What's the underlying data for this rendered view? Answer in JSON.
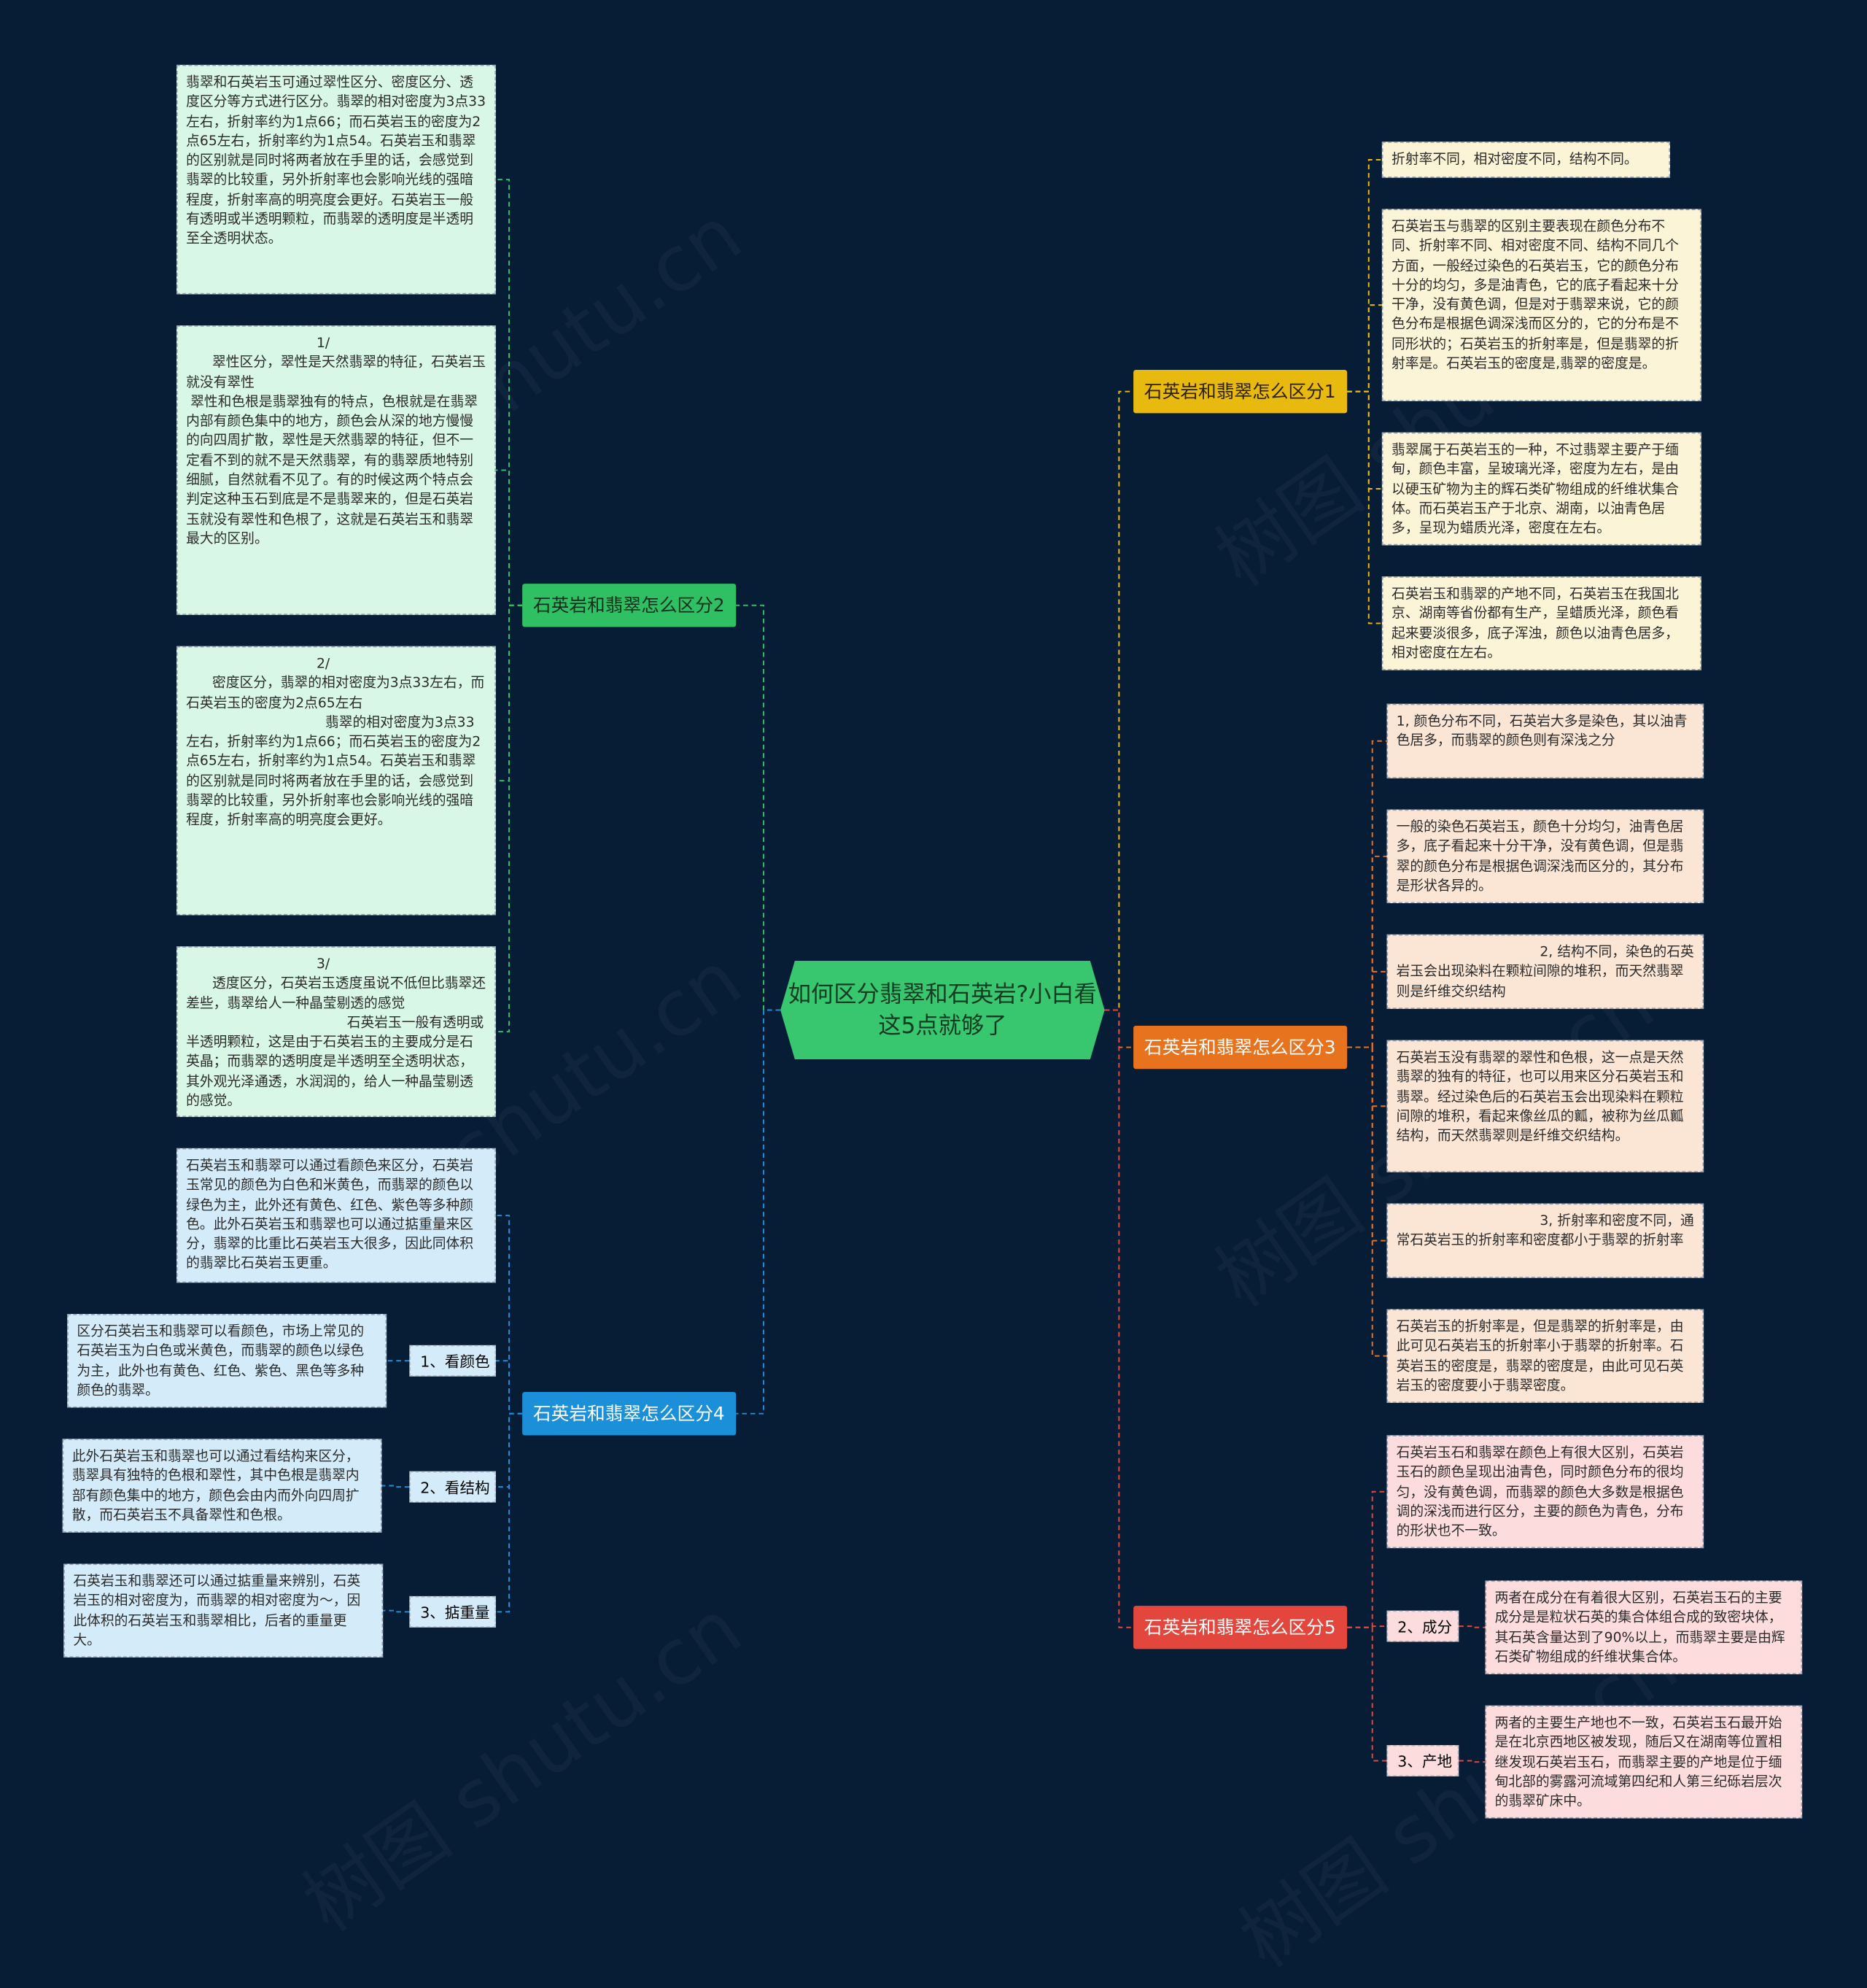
{
  "center": {
    "title": "如何区分翡翠和石英岩?小白看这5点就够了"
  },
  "branches": [
    {
      "label": "石英岩和翡翠怎么区分1",
      "color": "#e8b90e",
      "text_color": "#2b2100"
    },
    {
      "label": "石英岩和翡翠怎么区分2",
      "color": "#2fc063",
      "text_color": "#0f2e1b"
    },
    {
      "label": "石英岩和翡翠怎么区分3",
      "color": "#e8731f",
      "text_color": "#ffffff"
    },
    {
      "label": "石英岩和翡翠怎么区分4",
      "color": "#1c8fd9",
      "text_color": "#ffffff"
    },
    {
      "label": "石英岩和翡翠怎么区分5",
      "color": "#e3463c",
      "text_color": "#ffffff"
    }
  ],
  "leaves": {
    "b1": [
      "折射率不同，相对密度不同，结构不同。",
      "石英岩玉与翡翠的区别主要表现在颜色分布不同、折射率不同、相对密度不同、结构不同几个方面，一般经过染色的石英岩玉，它的颜色分布十分的均匀，多是油青色，它的底子看起来十分干净，没有黄色调，但是对于翡翠来说，它的颜色分布是根据色调深浅而区分的，它的分布是不同形状的；石英岩玉的折射率是，但是翡翠的折射率是。石英岩玉的密度是,翡翠的密度是。",
      "翡翠属于石英岩玉的一种，不过翡翠主要产于缅甸，颜色丰富，呈玻璃光泽，密度为左右，是由以硬玉矿物为主的辉石类矿物组成的纤维状集合体。而石英岩玉产于北京、湖南，以油青色居多，呈现为蜡质光泽，密度在左右。",
      "石英岩玉和翡翠的产地不同，石英岩玉在我国北京、湖南等省份都有生产，呈蜡质光泽，颜色看起来要淡很多，底子浑浊，颜色以油青色居多，相对密度在左右。"
    ],
    "b2": [
      "翡翠和石英岩玉可通过翠性区分、密度区分、透度区分等方式进行区分。翡翠的相对密度为3点33左右，折射率约为1点66；而石英岩玉的密度为2点65左右，折射率约为1点54。石英岩玉和翡翠的区别就是同时将两者放在手里的话，会感觉到翡翠的比较重，另外折射率也会影响光线的强暗程度，折射率高的明亮度会更好。石英岩玉一般有透明或半透明颗粒，而翡翠的透明度是半透明至全透明状态。",
      "                              1/\n      翠性区分，翠性是天然翡翠的特征，石英岩玉就没有翠性\n 翠性和色根是翡翠独有的特点，色根就是在翡翠内部有颜色集中的地方，颜色会从深的地方慢慢的向四周扩散，翠性是天然翡翠的特征，但不一定看不到的就不是天然翡翠，有的翡翠质地特别细腻，自然就看不见了。有的时候这两个特点会判定这种玉石到底是不是翡翠来的，但是石英岩玉就没有翠性和色根了，这就是石英岩玉和翡翠最大的区别。",
      "                              2/\n      密度区分，翡翠的相对密度为3点33左右，而石英岩玉的密度为2点65左右\n                                翡翠的相对密度为3点33左右，折射率约为1点66；而石英岩玉的密度为2点65左右，折射率约为1点54。石英岩玉和翡翠的区别就是同时将两者放在手里的话，会感觉到翡翠的比较重，另外折射率也会影响光线的强暗程度，折射率高的明亮度会更好。",
      "                              3/\n      透度区分，石英岩玉透度虽说不低但比翡翠还差些，翡翠给人一种晶莹剔透的感觉\n                                     石英岩玉一般有透明或半透明颗粒，这是由于石英岩玉的主要成分是石英晶；而翡翠的透明度是半透明至全透明状态，其外观光泽通透，水润润的，给人一种晶莹剔透的感觉。"
    ],
    "b3": [
      "1, 颜色分布不同，石英岩大多是染色，其以油青色居多，而翡翠的颜色则有深浅之分",
      "一般的染色石英岩玉，颜色十分均匀，油青色居多，底子看起来十分干净，没有黄色调，但是翡翠的颜色分布是根据色调深浅而区分的，其分布是形状各异的。",
      "                                 2, 结构不同，染色的石英岩玉会出现染料在颗粒间隙的堆积，而天然翡翠则是纤维交织结构",
      "石英岩玉没有翡翠的翠性和色根，这一点是天然翡翠的独有的特征，也可以用来区分石英岩玉和翡翠。经过染色后的石英岩玉会出现染料在颗粒间隙的堆积，看起来像丝瓜的瓤，被称为丝瓜瓤结构，而天然翡翠则是纤维交织结构。",
      "                                 3, 折射率和密度不同，通常石英岩玉的折射率和密度都小于翡翠的折射率",
      "石英岩玉的折射率是，但是翡翠的折射率是，由此可见石英岩玉的折射率小于翡翠的折射率。石英岩玉的密度是，翡翠的密度是，由此可见石英岩玉的密度要小于翡翠密度。"
    ],
    "b4_text": "石英岩玉和翡翠可以通过看颜色来区分，石英岩玉常见的颜色为白色和米黄色，而翡翠的颜色以绿色为主，此外还有黄色、红色、紫色等多种颜色。此外石英岩玉和翡翠也可以通过掂重量来区分，翡翠的比重比石英岩玉大很多，因此同体积的翡翠比石英岩玉更重。",
    "b4_subs": [
      {
        "label": "1、看颜色",
        "text": "区分石英岩玉和翡翠可以看颜色，市场上常见的石英岩玉为白色或米黄色，而翡翠的颜色以绿色为主，此外也有黄色、红色、紫色、黑色等多种颜色的翡翠。"
      },
      {
        "label": "2、看结构",
        "text": "此外石英岩玉和翡翠也可以通过看结构来区分，翡翠具有独特的色根和翠性，其中色根是翡翠内部有颜色集中的地方，颜色会由内而外向四周扩散，而石英岩玉不具备翠性和色根。"
      },
      {
        "label": "3、掂重量",
        "text": "石英岩玉和翡翠还可以通过掂重量来辨别，石英岩玉的相对密度为，而翡翠的相对密度为～，因此体积的石英岩玉和翡翠相比，后者的重量更大。"
      }
    ],
    "b5_text": "石英岩玉石和翡翠在颜色上有很大区别，石英岩玉石的颜色呈现出油青色，同时颜色分布的很均匀，没有黄色调，而翡翠的颜色大多数是根据色调的深浅而进行区分，主要的颜色为青色，分布的形状也不一致。",
    "b5_subs": [
      {
        "label": "2、成分",
        "text": "两者在成分在有着很大区别，石英岩玉石的主要成分是是粒状石英的集合体组合成的致密块体，其石英含量达到了90%以上，而翡翠主要是由辉石类矿物组成的纤维状集合体。"
      },
      {
        "label": "3、产地",
        "text": "两者的主要生产地也不一致，石英岩玉石最开始是在北京西地区被发现，随后又在湖南等位置相继发现石英岩玉石，而翡翠主要的产地是位于缅甸北部的雾露河流域第四纪和人第三纪砾岩层次的翡翠矿床中。"
      }
    ]
  },
  "watermark": "树图 shutu.cn"
}
